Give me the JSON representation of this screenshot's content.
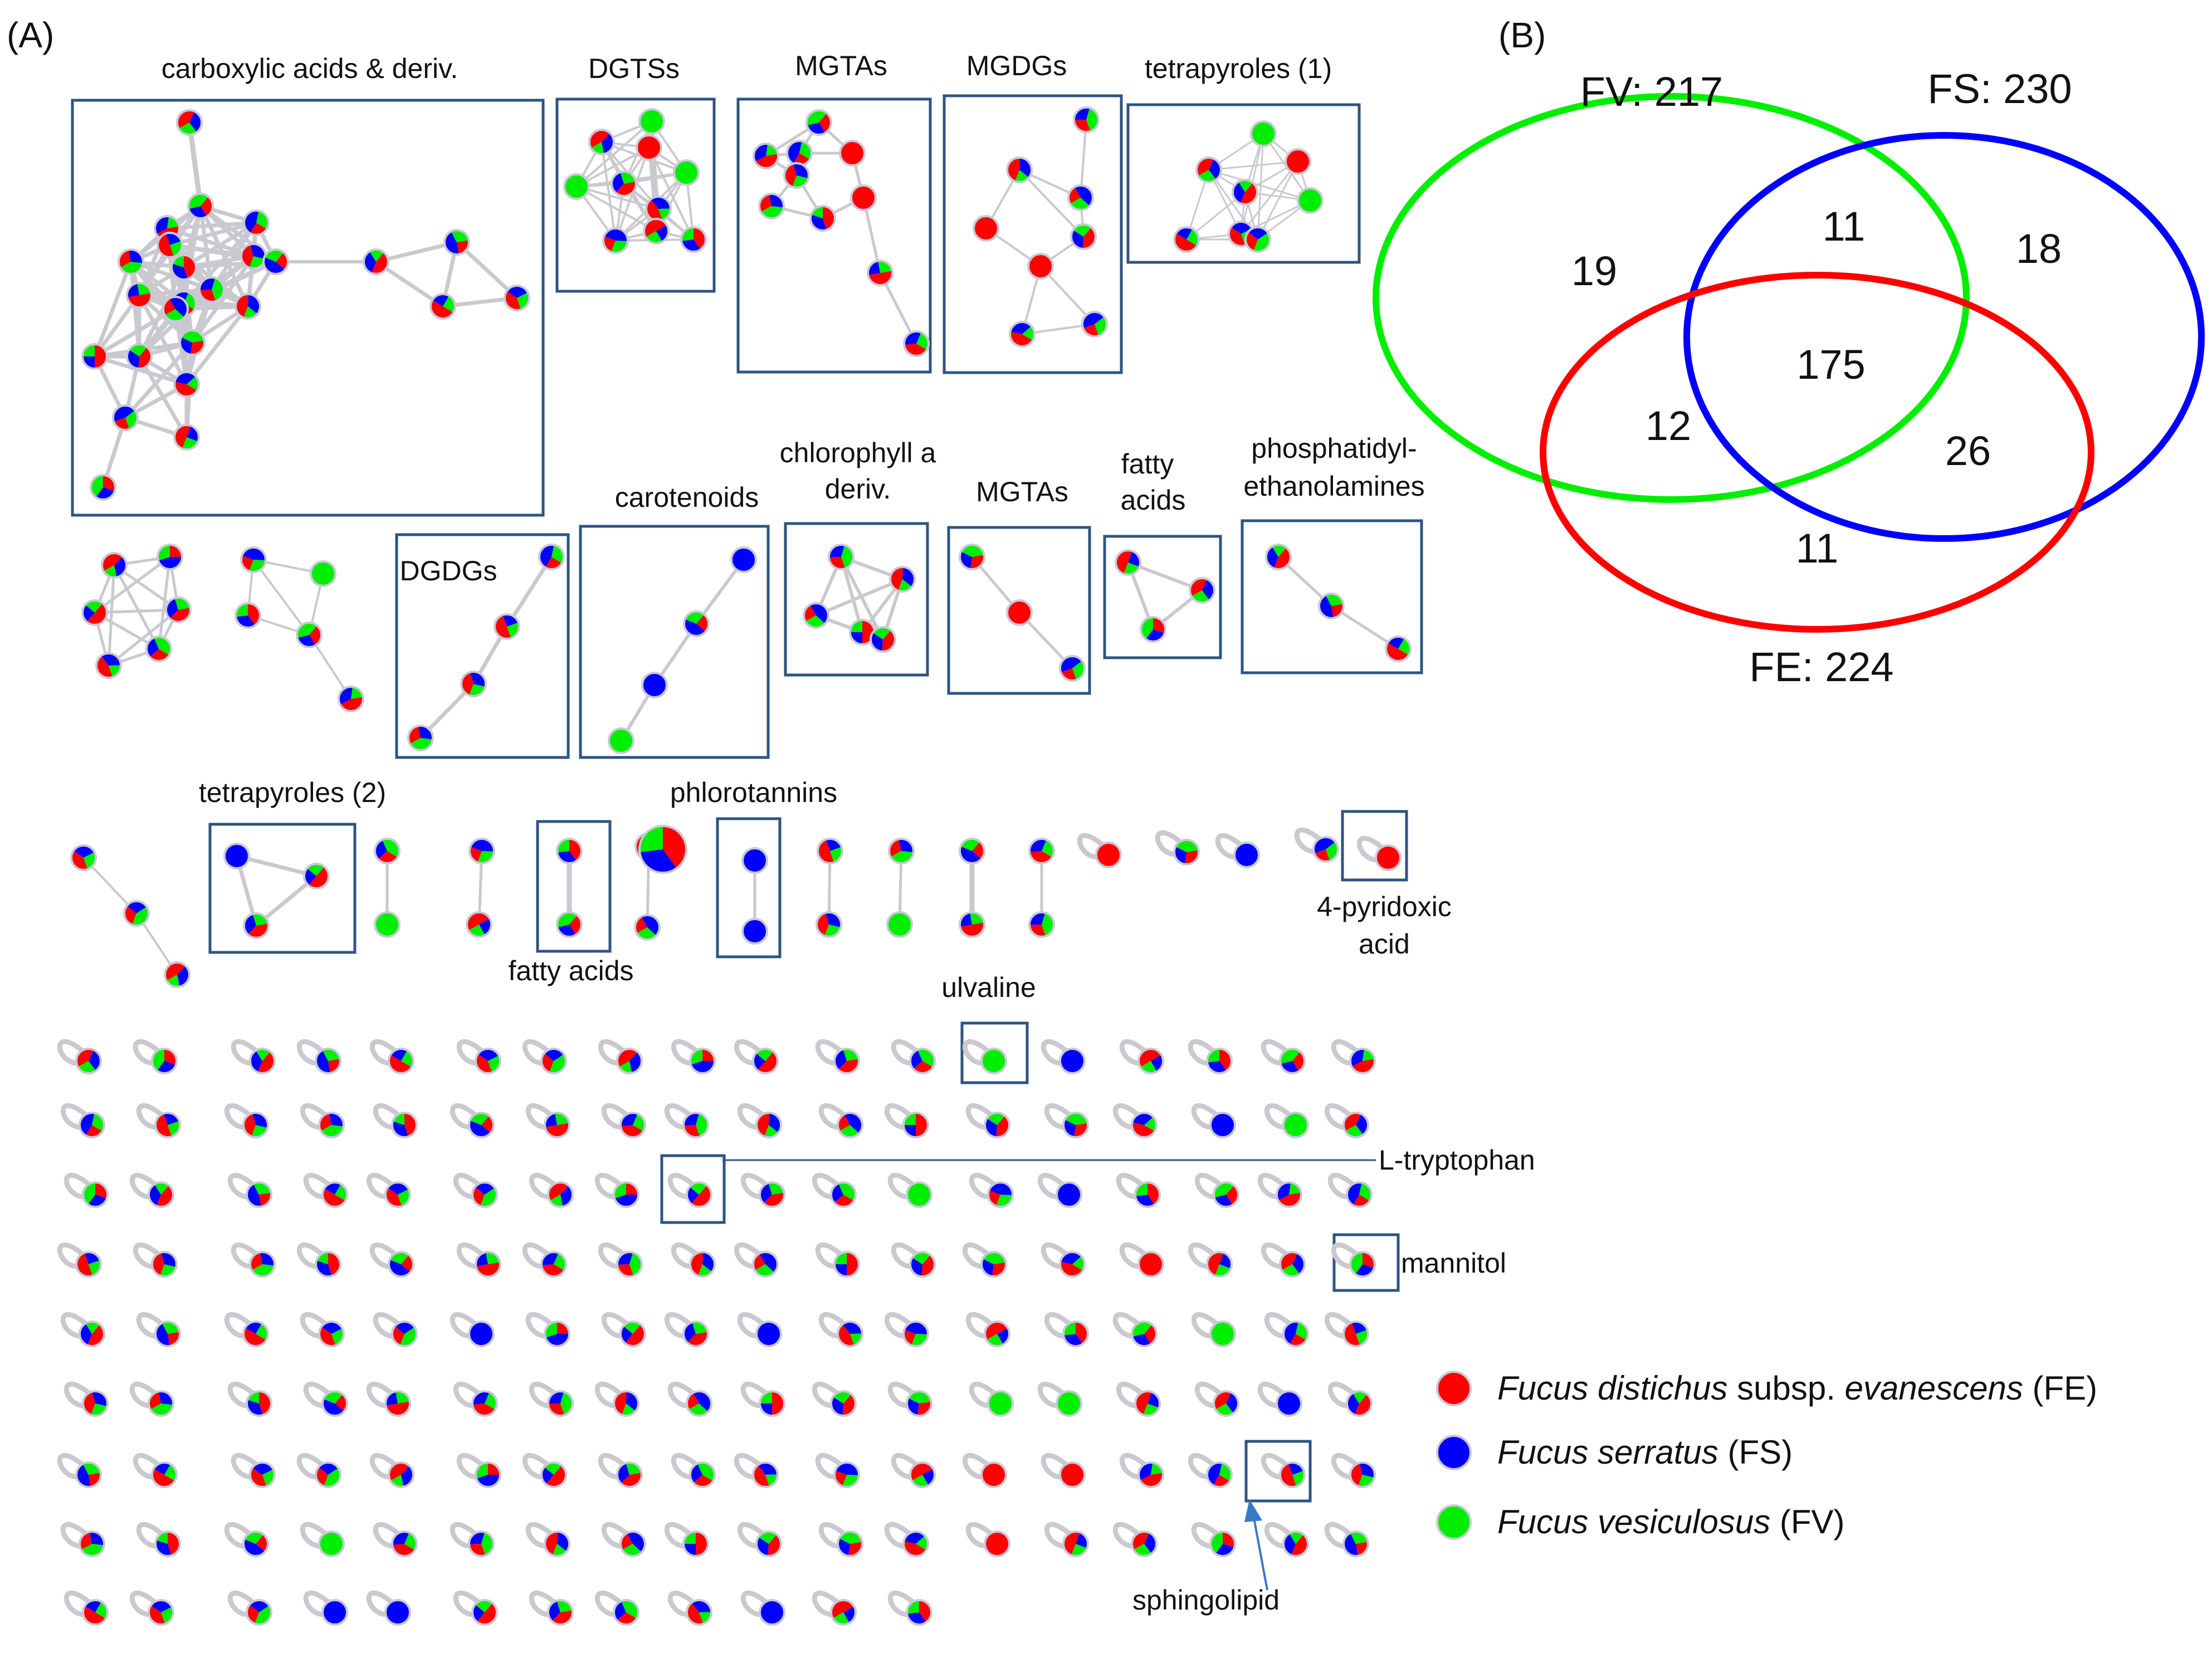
{
  "panel_a_label": "(A)",
  "panel_b_label": "(B)",
  "colors": {
    "FE": "#ff0000",
    "FS": "#0000ff",
    "FV": "#00ee00",
    "box": "#2e5482",
    "edge": "#c9c9cf"
  },
  "cluster_labels": {
    "carboxylic": "carboxylic acids & deriv.",
    "dgtss": "DGTSs",
    "mgtas1": "MGTAs",
    "mgdgs": "MGDGs",
    "tetra1": "tetrapyroles (1)",
    "dgdgs": "DGDGs",
    "carotenoids": "carotenoids",
    "chloro_l1": "chlorophyll a",
    "chloro_l2": "deriv.",
    "mgtas2": "MGTAs",
    "fatty1_l1": "fatty",
    "fatty1_l2": "acids",
    "phos_l1": "phosphatidyl-",
    "phos_l2": "ethanolamines",
    "tetra2": "tetrapyroles (2)",
    "phloro": "phlorotannins",
    "fatty2": "fatty acids",
    "pyridoxic_l1": "4-pyridoxic",
    "pyridoxic_l2": "acid",
    "ulvaline": "ulvaline",
    "tryptophan": "L-tryptophan",
    "mannitol": "mannitol",
    "sphingolipid": "sphingolipid"
  },
  "venn": {
    "sets": [
      {
        "key": "FV",
        "label": "FV: 217",
        "color": "#00ee00"
      },
      {
        "key": "FS",
        "label": "FS: 230",
        "color": "#0000ff"
      },
      {
        "key": "FE",
        "label": "FE: 224",
        "color": "#ff0000"
      }
    ],
    "counts": {
      "FV_only": "19",
      "FS_only": "18",
      "FE_only": "11",
      "FV_FS": "11",
      "FV_FE": "12",
      "FS_FE": "26",
      "all": "175"
    }
  },
  "legend": [
    {
      "color": "#ff0000",
      "italic_1": "Fucus distichus",
      "plain_1": " subsp. ",
      "italic_2": "evanescens",
      "plain_2": " (FE)"
    },
    {
      "color": "#0000ff",
      "italic_1": "Fucus serratus",
      "plain_1": " (FS)",
      "italic_2": "",
      "plain_2": ""
    },
    {
      "color": "#00ee00",
      "italic_1": "Fucus vesiculosus",
      "plain_1": " (FV)",
      "italic_2": "",
      "plain_2": ""
    }
  ]
}
